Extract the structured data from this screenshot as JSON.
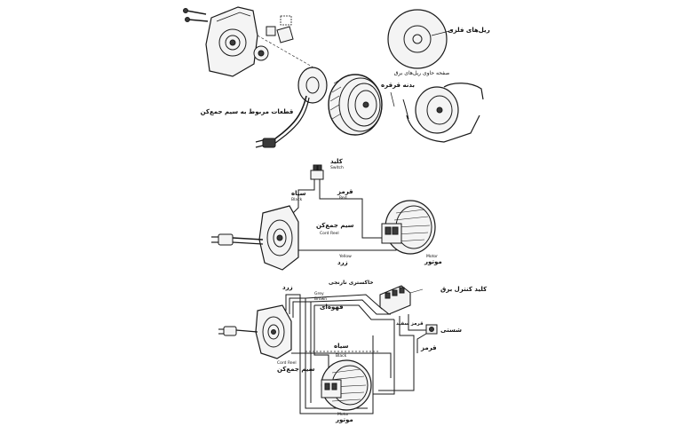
{
  "labels": {
    "metal_rails": "ریل‌های فلزی",
    "rail_plate": "صفحه حاوی ریل‌های برق",
    "reel_body": "بدنه قرقره",
    "cord_parts": "قطعات مربوط به سیم جمع‌کن",
    "switch_fa": "کلید",
    "switch_en": "Switch",
    "black_fa": "سیاه",
    "black_en": "Black",
    "red_fa": "قرمز",
    "red_en": "Red",
    "cord_reel_fa": "سیم جمع‌کن",
    "cord_reel_en": "Cord Reel",
    "motor_en": "Motor",
    "motor_fa": "موتور",
    "yellow_en": "Yellow",
    "yellow_fa": "زرد",
    "yellow2_fa": "زرد",
    "grey_orange_fa": "خاکستری نارنجی",
    "grey_en": "Grey",
    "brown_en": "Brown",
    "brown_fa": "قهوه‌ای",
    "power_switch_fa": "کلید کنترل برق",
    "red_white_fa": "قرمز سفید",
    "sensor_fa": "شستی",
    "red3_fa": "قرمز",
    "black3_fa": "سیاه",
    "black3_en": "Black",
    "cord_reel3_en": "Cord Reel",
    "cord_reel3_fa": "سیم جمع‌کن",
    "motor3_en": "Motor",
    "motor3_fa": "موتور"
  }
}
